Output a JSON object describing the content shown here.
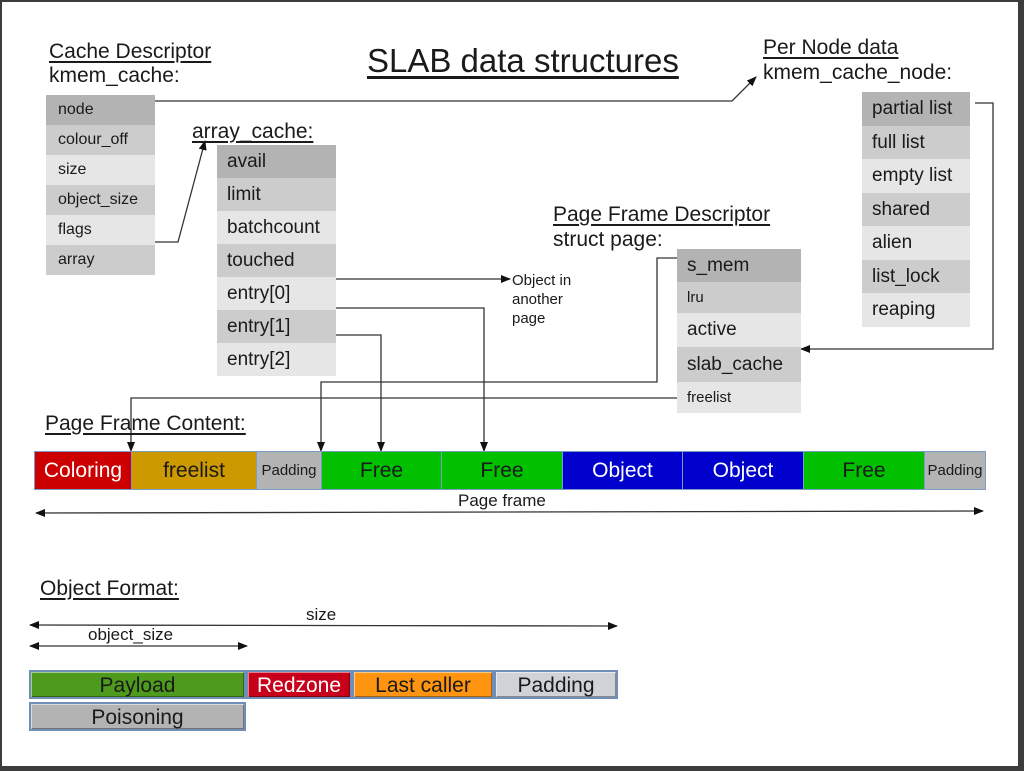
{
  "title": "SLAB data structures",
  "cache_descriptor": {
    "heading": "Cache Descriptor",
    "type": "kmem_cache:",
    "fields": [
      "node",
      "colour_off",
      "size",
      "object_size",
      "flags",
      "array"
    ]
  },
  "array_cache": {
    "type": "array_cache:",
    "fields": [
      "avail",
      "limit",
      "batchcount",
      "touched",
      "entry[0]",
      "entry[1]",
      "entry[2]"
    ]
  },
  "page_frame_descriptor": {
    "heading": "Page Frame Descriptor",
    "type": "struct page:",
    "fields": [
      "s_mem",
      "lru",
      "active",
      "slab_cache",
      "freelist"
    ]
  },
  "per_node": {
    "heading": "Per Node data",
    "type": "kmem_cache_node:",
    "fields": [
      "partial list",
      "full list",
      "empty list",
      "shared",
      "alien",
      "list_lock",
      "reaping"
    ]
  },
  "object_note": [
    "Object in",
    "another",
    "page"
  ],
  "page_frame_content": {
    "heading": "Page Frame Content:",
    "segments": [
      {
        "label": "Coloring",
        "color": "#cc0000",
        "text_color": "#ffffff"
      },
      {
        "label": "freelist",
        "color": "#cc9900",
        "text_color": "#1a1a1a"
      },
      {
        "label": "Padding",
        "color": "#b3b3b3",
        "text_color": "#1a1a1a"
      },
      {
        "label": "Free",
        "color": "#00c000",
        "text_color": "#1a1a1a"
      },
      {
        "label": "Free",
        "color": "#00c000",
        "text_color": "#1a1a1a"
      },
      {
        "label": "Object",
        "color": "#0000cc",
        "text_color": "#ffffff"
      },
      {
        "label": "Object",
        "color": "#0000cc",
        "text_color": "#ffffff"
      },
      {
        "label": "Free",
        "color": "#00c000",
        "text_color": "#1a1a1a"
      },
      {
        "label": "Padding",
        "color": "#b3b3b3",
        "text_color": "#1a1a1a"
      }
    ],
    "span_label": "Page frame"
  },
  "object_format": {
    "heading": "Object Format:",
    "size_label": "size",
    "object_size_label": "object_size",
    "boxes": [
      {
        "label": "Payload",
        "color": "#4e9a1c",
        "text_color": "#1a1a1a"
      },
      {
        "label": "Redzone",
        "color": "#c9001b",
        "text_color": "#ffffff"
      },
      {
        "label": "Last caller",
        "color": "#ff9410",
        "text_color": "#1a1a1a"
      },
      {
        "label": "Padding",
        "color": "#cfd3d8",
        "text_color": "#1a1a1a"
      },
      {
        "label": "Poisoning",
        "color": "#b3b3b3",
        "text_color": "#1a1a1a"
      }
    ]
  }
}
